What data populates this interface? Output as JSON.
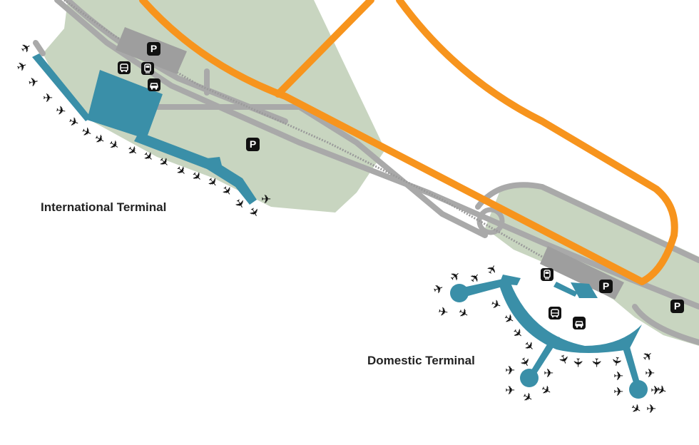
{
  "labels": {
    "international": "International Terminal",
    "domestic": "Domestic Terminal"
  },
  "parking": {
    "symbol": "P"
  },
  "icons": {
    "parking": "parking-sign-icon",
    "bus": "bus-icon",
    "train": "train-icon",
    "car": "car-rental-icon",
    "plane": "airplane-icon"
  },
  "colors": {
    "terminal": "#3a8fa8",
    "land": "#c8d5c0",
    "road_outline": "#a9a9a9",
    "highway": "#f7941d",
    "building": "#9e9e9e",
    "rail": "#9a9a9a"
  }
}
